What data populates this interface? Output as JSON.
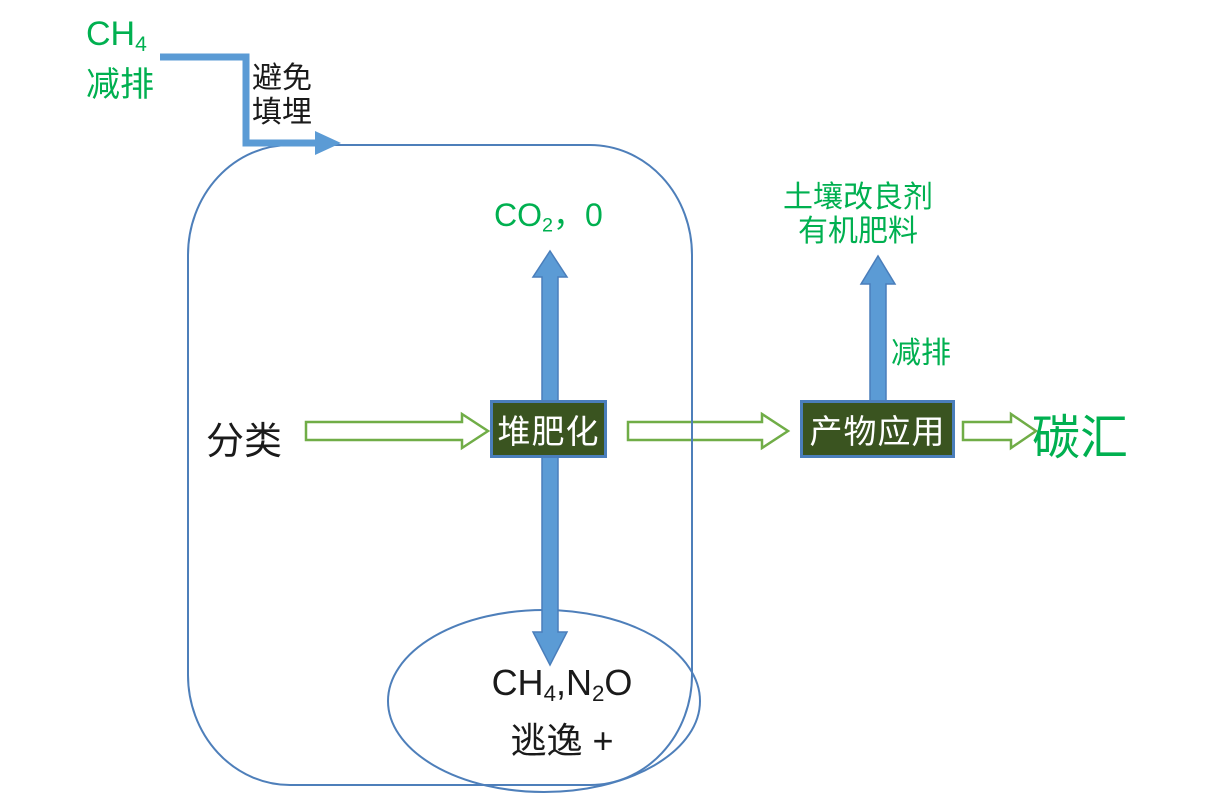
{
  "diagram": {
    "description": "Composting greenhouse-gas flow diagram",
    "colors": {
      "green_text": "#00B050",
      "thick_arrow_blue": "#5B9BD5",
      "thick_arrow_border": "#4A7EBB",
      "outline_blue": "#4E7FBA",
      "hollow_arrow_green": "#70AD47",
      "node_box_fill": "#3A5420",
      "node_box_border": "#4A7EBB",
      "node_box_text": "#FFFFFF",
      "black_text": "#1A1A1A"
    },
    "nodes": {
      "ch4_reduction": {
        "formula_pre": "CH",
        "formula_sub": "4",
        "line2": "减排"
      },
      "avoid_landfill": {
        "line1": "避免",
        "line2": "填埋"
      },
      "co2_zero": {
        "pre": "CO",
        "sub": "2",
        "post": "，0"
      },
      "soil": {
        "line1": "土壤改良剂",
        "line2": "有机肥料"
      },
      "reduction_right": "减排",
      "sorting": "分类",
      "composting": "堆肥化",
      "product_application": "产物应用",
      "carbon_sink": "碳汇",
      "fugitive": {
        "p1": "CH",
        "s1": "4",
        "p2": ",N",
        "s2": "2",
        "p3": "O",
        "line2": "逃逸 +"
      }
    },
    "icons": {
      "elbow_arrow": "blue elbow connector from CH4 reduction into enclosure",
      "up_arrow_co2": "thick blue arrow from composting up to CO2,0",
      "down_arrow_fugitive": "thick blue arrow from composting down to fugitive ellipse",
      "up_arrow_soil": "thick blue arrow from product application up to soil amendment",
      "flow_arrow_1": "hollow green arrow sorting to composting",
      "flow_arrow_2": "hollow green arrow composting to product application",
      "flow_arrow_3": "hollow green arrow product application to carbon sink"
    }
  }
}
